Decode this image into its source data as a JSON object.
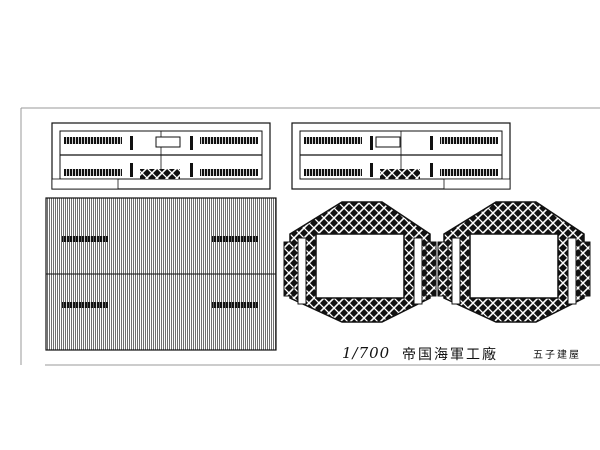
{
  "caption": {
    "scale": "1/700",
    "title": "帝国海軍工廠",
    "maker": "五子建屋"
  },
  "colors": {
    "ink": "#111111",
    "paper": "#ffffff",
    "border": "#999999"
  },
  "parts": {
    "side_wall": "side-wall-part",
    "roof": "roof-part",
    "end_frame": "end-frame-part"
  }
}
